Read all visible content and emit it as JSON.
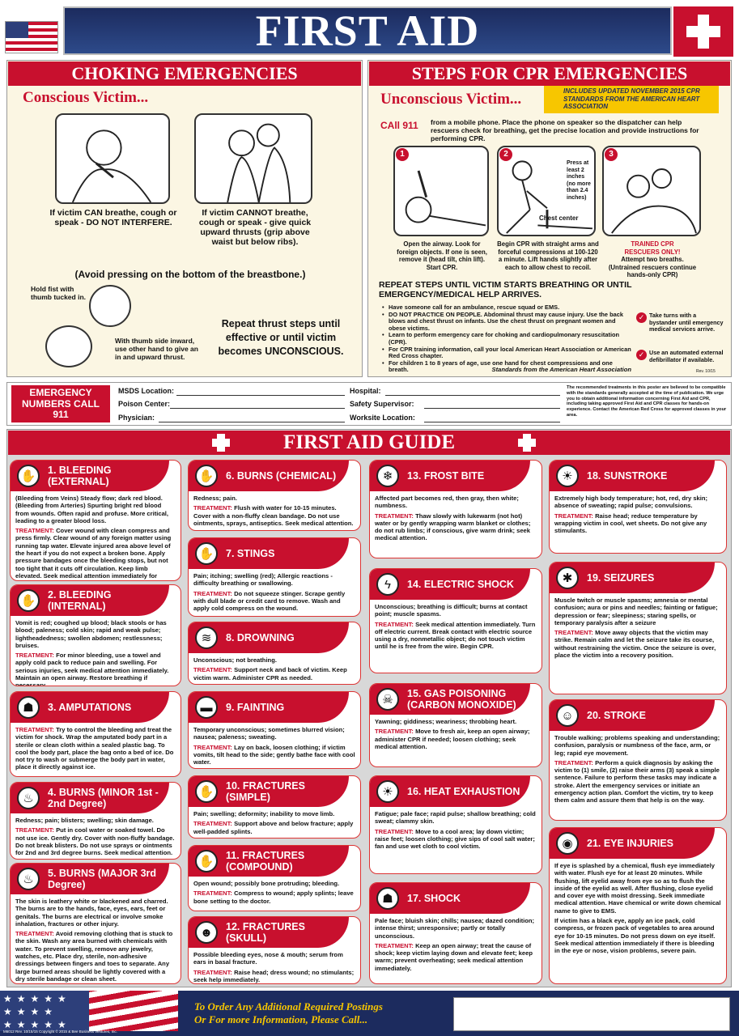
{
  "header": {
    "title": "FIRST AID"
  },
  "choking": {
    "banner": "CHOKING EMERGENCIES",
    "subtitle": "Conscious Victim...",
    "cap1": "If victim CAN breathe, cough or speak - DO NOT INTERFERE.",
    "cap2": "If victim CANNOT breathe, cough or speak - give quick upward thrusts (grip above waist but below ribs).",
    "avoid": "(Avoid pressing on the bottom of the breastbone.)",
    "fist": "Hold fist with thumb tucked in.",
    "thumb": "With thumb side inward, use other hand to give an in and upward thrust.",
    "repeat": "Repeat thrust steps until effective or until victim becomes UNCONSCIOUS."
  },
  "cpr": {
    "banner": "STEPS FOR CPR EMERGENCIES",
    "subtitle": "Unconscious Victim...",
    "badge": "INCLUDES UPDATED NOVEMBER 2015 CPR STANDARDS FROM THE AMERICAN HEART ASSOCIATION",
    "call_label": "CAll 911",
    "call_text": "from a mobile phone. Place the phone on speaker so the dispatcher can help rescuers check for breathing, get the precise location and provide instructions for performing CPR.",
    "step1_num": "1",
    "step2_num": "2",
    "step3_num": "3",
    "press_label": "Press at least 2 inches (no more than 2.4 inches)",
    "chest_label": "Chest center",
    "step1": "Open the airway. Look for foreign objects. If one is seen, remove it (head tilt, chin lift). Start CPR.",
    "step2": "Begin CPR with straight arms and forceful compressions at 100-120 a minute. Lift hands slightly after each to allow chest to recoil.",
    "step3_red": "TRAINED CPR RESCUERS ONLY!",
    "step3": "Attempt two breaths. (Untrained rescuers continue hands-only CPR)",
    "repeat": "REPEAT STEPS UNTIL VICTIM STARTS BREATHING OR UNTIL EMERGENCY/MEDICAL HELP ARRIVES.",
    "bullets": [
      "Have someone call for an ambulance, rescue squad or EMS.",
      "DO NOT PRACTICE ON PEOPLE. Abdominal thrust may cause injury. Use the back blows and chest thrust on infants. Use the chest thrust on pregnant women and obese victims.",
      "Learn to perform emergency care for choking and cardiopulmonary resuscitation (CPR).",
      "For CPR training information, call your local American Heart Association or American Red Cross chapter.",
      "For children 1 to 8 years of age, use one hand for chest compressions and one breath."
    ],
    "standards": "Standards from the American Heart Association",
    "check1": "Take turns with a bystander until emergency medical services arrive.",
    "check2": "Use an automated external defibrillator if available.",
    "rev": "Rev. 10/15"
  },
  "emergency": {
    "box": "EMERGENCY NUMBERS CALL 911",
    "f_msds": "MSDS Location:",
    "f_hospital": "Hospital:",
    "f_poison": "Poison Center:",
    "f_safety": "Safety Supervisor:",
    "f_physician": "Physician:",
    "f_worksite": "Worksite Location:",
    "disclaimer": "The recommended treatments in this poster are believed to be compatible with the standards generally accepted at the time of publication. We urge you to obtain additional information concerning First Aid and CPR, including taking approved First Aid and CPR classes for hands-on experience. Contact the American Red Cross for approved classes in your area."
  },
  "guide": {
    "banner": "FIRST AID GUIDE",
    "treatment": "TREATMENT:"
  },
  "cards": {
    "c1": {
      "title": "1. BLEEDING (EXTERNAL)",
      "icon": "✋",
      "desc": "(Bleeding from Veins) Steady flow; dark red blood. (Bleeding from Arteries) Spurting bright red blood from wounds. Often rapid and profuse. More critical, leading to a greater blood loss.",
      "treat": "Cover wound with clean compress and press firmly. Clear wound of any foreign matter using running tap water. Elevate injured area above level of the heart if you do not expect a broken bone. Apply pressure bandages once the bleeding stops, but not too tight that it cuts off circulation. Keep limb elevated. Seek medical attention immediately for severe injuries."
    },
    "c2": {
      "title": "2. BLEEDING (INTERNAL)",
      "icon": "✋",
      "desc": "Vomit is red; coughed up blood; black stools or has blood; paleness; cold skin; rapid and weak pulse; lightheadedness; swollen abdomen; restlessness; bruises.",
      "treat": "For minor bleeding, use a towel and apply cold pack to reduce pain and swelling. For serious injuries, seek medical attention immediately. Maintain an open airway. Restore breathing if necessary."
    },
    "c3": {
      "title": "3. AMPUTATIONS",
      "icon": "☗",
      "desc": "",
      "treat": "Try to control the bleeding and treat the victim for shock. Wrap the amputated body part in a sterile or clean cloth within a sealed plastic bag. To cool the body part, place the bag onto a bed of ice. Do not try to wash or submerge the body part in water, place it directly against ice."
    },
    "c4": {
      "title": "4. BURNS (MINOR 1st - 2nd Degree)",
      "icon": "♨",
      "desc": "Redness; pain; blisters; swelling; skin damage.",
      "treat": "Put in cool water or soaked towel. Do not use ice. Gently dry. Cover with non-fluffy bandage. Do not break blisters. Do not use sprays or ointments for 2nd and 3rd degree burns. Seek medical attention."
    },
    "c5": {
      "title": "5. BURNS (MAJOR 3rd Degree)",
      "icon": "♨",
      "desc": "The skin is leathery white or blackened and charred. The burns are to the hands, face, eyes, ears, feet or genitals. The burns are electrical or involve smoke inhalation, fractures or other injury.",
      "treat": "Avoid removing clothing that is stuck to the skin. Wash any area burned with chemicals with water. To prevent swelling, remove any jewelry, watches, etc. Place dry, sterile, non-adhesive dressings between fingers and toes to separate. Any large burned areas should be lightly covered with a dry sterile bandage or clean sheet."
    },
    "c6": {
      "title": "6. BURNS (CHEMICAL)",
      "icon": "✋",
      "desc": "Redness; pain.",
      "treat": "Flush with water for 10-15 minutes. Cover with a non-fluffy clean bandage. Do not use ointments, sprays, antiseptics. Seek medical attention."
    },
    "c7": {
      "title": "7. STINGS",
      "icon": "✋",
      "desc": "Pain; itching; swelling (red); Allergic reactions - difficulty breathing or swallowing.",
      "treat": "Do not squeeze stinger. Scrape gently with dull blade or credit card to remove. Wash and apply cold compress on the wound."
    },
    "c8": {
      "title": "8. DROWNING",
      "icon": "≋",
      "desc": "Unconscious; not breathing.",
      "treat": "Support neck and back of victim. Keep victim warm. Administer CPR as needed."
    },
    "c9": {
      "title": "9. FAINTING",
      "icon": "▬",
      "desc": "Temporary unconscious; sometimes blurred vision; nausea; paleness; sweating.",
      "treat": "Lay on back, loosen clothing; if victim vomits, tilt head to the side; gently bathe face with cool water."
    },
    "c10": {
      "title": "10. FRACTURES (SIMPLE)",
      "icon": "✋",
      "desc": "Pain; swelling; deformity; inability to move limb.",
      "treat": "Support above and below fracture; apply well-padded splints."
    },
    "c11": {
      "title": "11. FRACTURES (COMPOUND)",
      "icon": "✋",
      "desc": "Open wound; possibly bone protruding; bleeding.",
      "treat": "Compress to wound; apply splints; leave bone setting to the doctor."
    },
    "c12": {
      "title": "12. FRACTURES (SKULL)",
      "icon": "☻",
      "desc": "Possible bleeding eyes, nose & mouth; serum from ears in basal fracture.",
      "treat": "Raise head; dress wound; no stimulants; seek help immediately."
    },
    "c13": {
      "title": "13. FROST BITE",
      "icon": "❄",
      "desc": "Affected part becomes red, then gray, then white; numbness.",
      "treat": "Thaw slowly with lukewarm (not hot) water or by gently wrapping warm blanket or clothes; do not rub limbs; if conscious, give warm drink; seek medical attention."
    },
    "c14": {
      "title": "14. ELECTRIC SHOCK",
      "icon": "ϟ",
      "desc": "Unconscious; breathing is difficult; burns at contact point; muscle spasms.",
      "treat": "Seek medical attention immediately. Turn off electric current. Break contact with electric source using a dry, nonmetallic object; do not touch victim until he is free from the wire. Begin CPR."
    },
    "c15": {
      "title": "15. GAS POISONING (CARBON MONOXIDE)",
      "icon": "☠",
      "desc": "Yawning; giddiness; weariness; throbbing heart.",
      "treat": "Move to fresh air, keep an open airway; administer CPR if needed; loosen clothing; seek medical attention."
    },
    "c16": {
      "title": "16. HEAT EXHAUSTION",
      "icon": "☀",
      "desc": "Fatigue; pale face; rapid pulse; shallow breathing; cold sweat; clammy skin.",
      "treat": "Move to a cool area; lay down victim; raise feet; loosen clothing; give sips of cool salt water; fan and use wet cloth to cool victim."
    },
    "c17": {
      "title": "17. SHOCK",
      "icon": "☗",
      "desc": "Pale face; bluish skin; chills; nausea; dazed condition; intense thirst; unresponsive; partly or totally unconscious.",
      "treat": "Keep an open airway; treat the cause of shock; keep victim laying down and elevate feet; keep warm; prevent overheating; seek medical attention immediately."
    },
    "c18": {
      "title": "18. SUNSTROKE",
      "icon": "☀",
      "desc": "Extremely high body temperature; hot, red, dry skin; absence of sweating; rapid pulse; convulsions.",
      "treat": "Raise head; reduce temperature by wrapping victim in cool, wet sheets. Do not give any stimulants."
    },
    "c19": {
      "title": "19. SEIZURES",
      "icon": "✱",
      "desc": "Muscle twitch or muscle spasms; amnesia or mental confusion; aura or pins and needles; fainting or fatigue; depression or fear; sleepiness; staring spells, or temporary paralysis after a seizure",
      "treat": "Move away objects that the victim may strike. Remain calm and let the seizure take its course, without restraining the victim. Once the seizure is over, place the victim into a recovery position."
    },
    "c20": {
      "title": "20. STROKE",
      "icon": "☺",
      "desc": "Trouble walking; problems speaking and understanding; confusion, paralysis or numbness of the face, arm, or leg; rapid eye movement.",
      "treat": "Perform a quick diagnosis by asking the victim to (1) smile, (2) raise their arms (3) speak a simple sentence. Failure to perform these tasks may indicate a stroke. Alert the emergency services or initiate an emergency action plan. Comfort the victim, try to keep them calm and assure them that help is on the way."
    },
    "c21": {
      "title": "21. EYE INJURIES",
      "icon": "◉",
      "desc": "If eye is splashed by a chemical, flush eye immediately with water. Flush eye for at least 20 minutes. While flushing, lift eyelid away from eye so as to flush the inside of the eyelid as well. After flushing, close eyelid and cover eye with moist dressing. Seek immediate medical attention. Have chemical or write down chemical name to give to EMS.",
      "desc2": "If victim has a black eye, apply an ice pack, cold compress, or frozen pack of vegetables to area around eye for 10-15 minutes. Do not press down on eye itself. Seek medical attention immediately if there is bleeding in the eye or nose, vision problems, severe pain."
    }
  },
  "footer": {
    "order1": "To Order Any Additional Required Postings",
    "order2": "Or For more Information, Please Call...",
    "small": "M6012 Rev. 10/15/15 Copyright © 2015 & Bee Business Ventures, Inc."
  },
  "colors": {
    "red": "#c8102e",
    "navy": "#1c2b5e",
    "cream": "#fbf6e3",
    "gold": "#f7c600"
  }
}
